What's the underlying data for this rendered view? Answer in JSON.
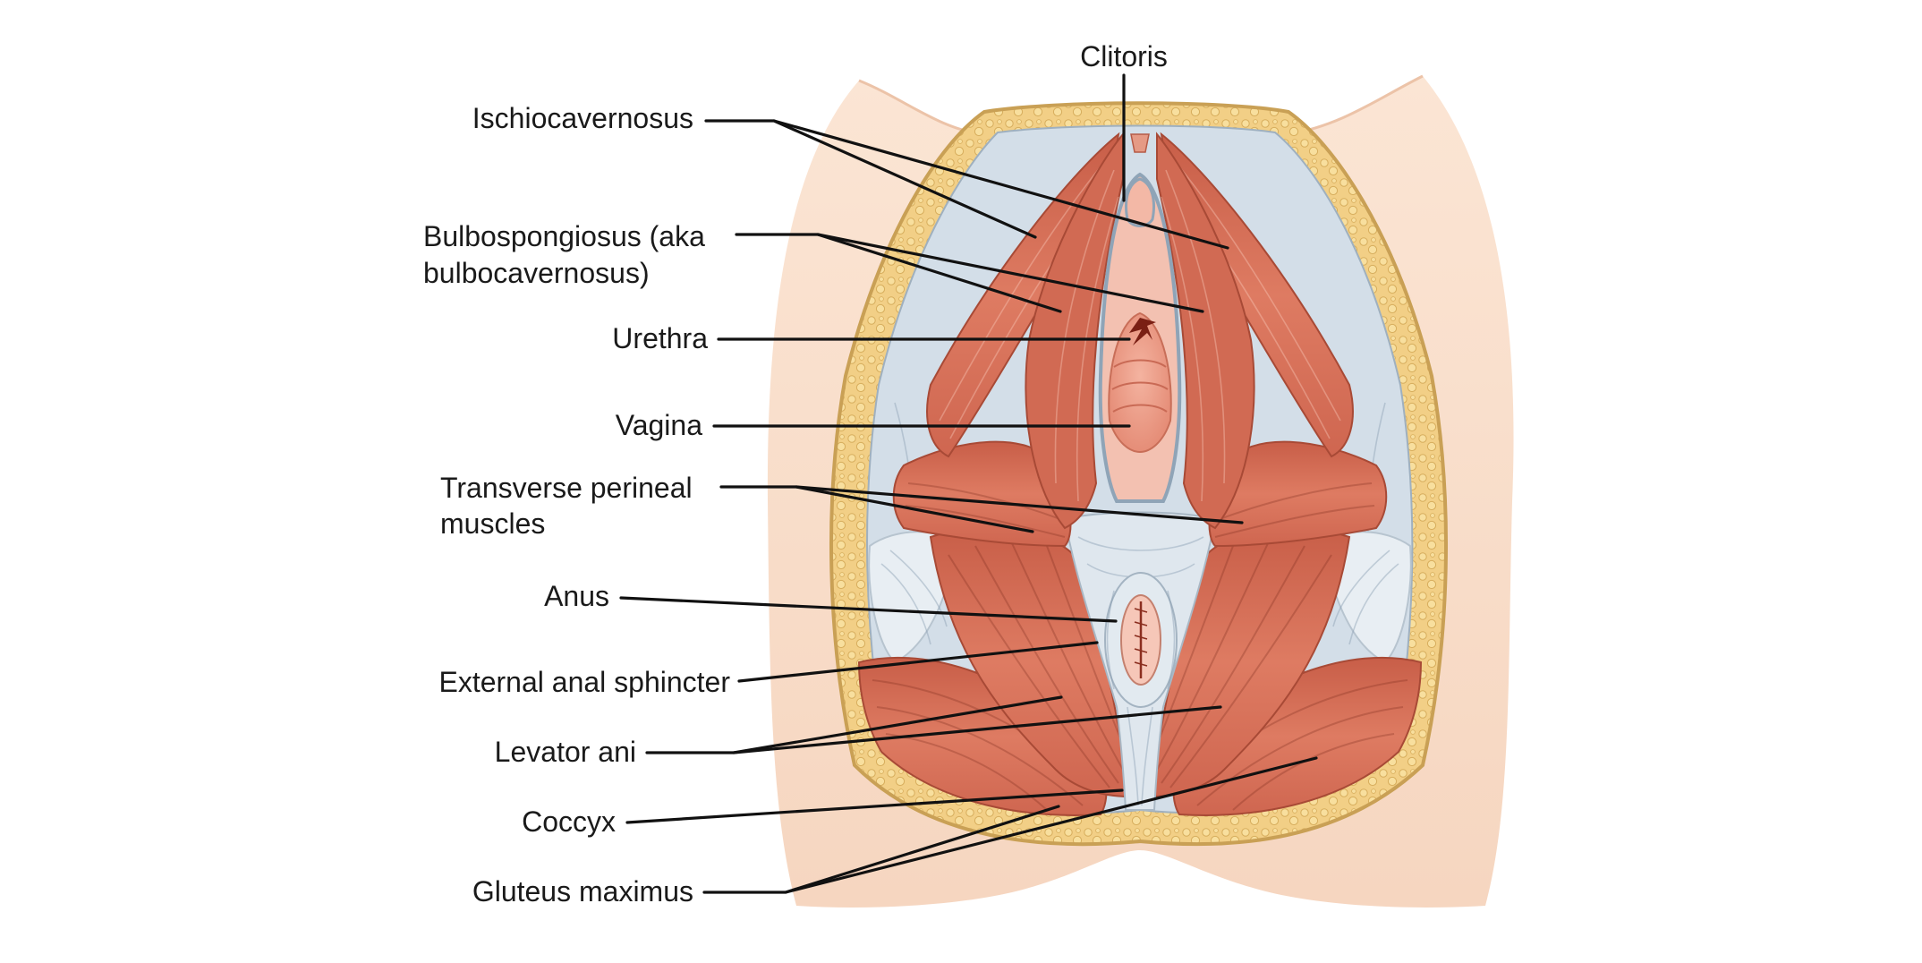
{
  "labels": {
    "clitoris": "Clitoris",
    "ischiocavernosus": "Ischiocavernosus",
    "bulbospongiosus_line1": "Bulbospongiosus (aka",
    "bulbospongiosus_line2": "bulbocavernosus)",
    "urethra": "Urethra",
    "vagina": "Vagina",
    "transverse_line1": "Transverse perineal",
    "transverse_line2": "muscles",
    "anus": "Anus",
    "external_anal_sphincter": "External anal sphincter",
    "levator_ani": "Levator ani",
    "coccyx": "Coccyx",
    "gluteus_maximus": "Gluteus maximus"
  },
  "colors": {
    "skin": "#f8dcc8",
    "fat_outline": "#d9b066",
    "fat_fill": "#f3d28a",
    "muscle": "#d9715a",
    "muscle_dark": "#b8523e",
    "muscle_light": "#ec9a83",
    "fascia": "#dde6ee",
    "cavity": "#c9d6e2",
    "mucosa": "#f2a592",
    "leader": "#111111",
    "label_text": "#1a1a1a"
  }
}
